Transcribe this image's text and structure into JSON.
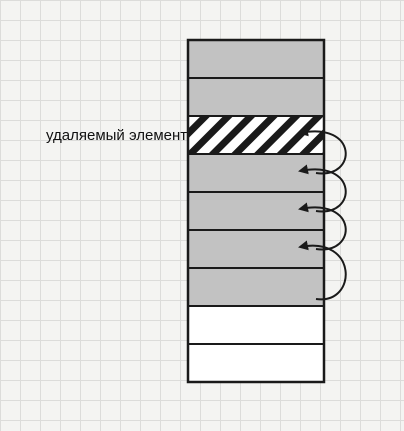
{
  "diagram": {
    "label": "удаляемый элемент",
    "cells": [
      {
        "state": "filled"
      },
      {
        "state": "filled"
      },
      {
        "state": "removed"
      },
      {
        "state": "filled"
      },
      {
        "state": "filled"
      },
      {
        "state": "filled"
      },
      {
        "state": "filled"
      },
      {
        "state": "empty"
      },
      {
        "state": "empty"
      }
    ],
    "removed_index": 2,
    "shift_arrow_count": 4,
    "colors": {
      "filled": "#c2c2c2",
      "empty": "#ffffff",
      "border": "#1a1a1a",
      "hatch": "#1a1a1a",
      "background": "#f4f4f2",
      "grid": "#dcdcda"
    }
  }
}
